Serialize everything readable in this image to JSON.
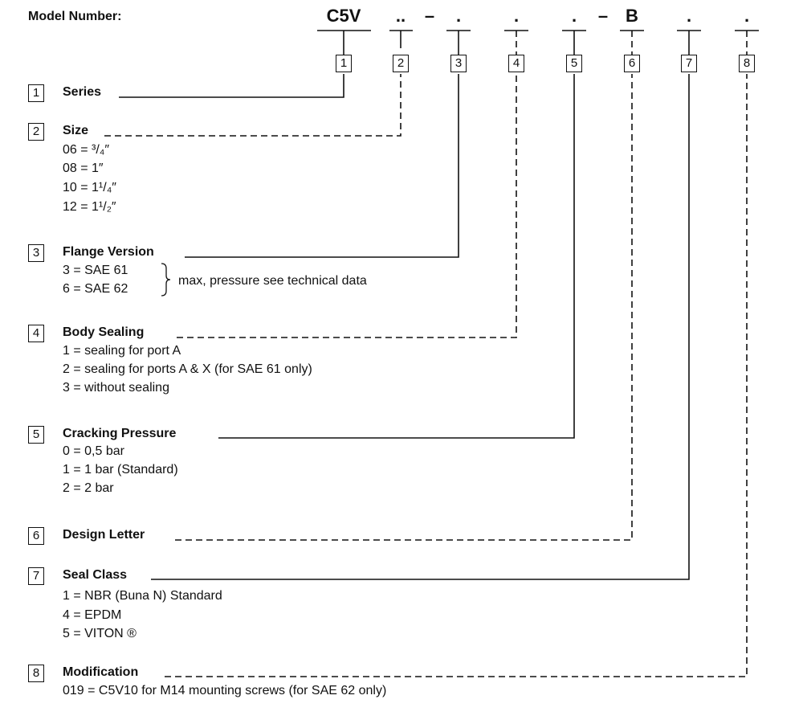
{
  "model_number_label": "Model Number:",
  "code": [
    "C5V",
    "..",
    "–",
    ".",
    ".",
    ".",
    "–",
    "B",
    ".",
    "."
  ],
  "boxes": [
    "1",
    "2",
    "3",
    "4",
    "5",
    "6",
    "7",
    "8"
  ],
  "sections": [
    {
      "num": "1",
      "title": "Series",
      "items": []
    },
    {
      "num": "2",
      "title": "Size",
      "items": [
        "06 = ³/₄″",
        "08 = 1″",
        "10 = 1¹/₄″",
        "12 = 1¹/₂″"
      ]
    },
    {
      "num": "3",
      "title": "Flange Version",
      "items": [
        "3 = SAE 61",
        "6 = SAE 62"
      ],
      "note": "max, pressure see technical data"
    },
    {
      "num": "4",
      "title": "Body Sealing",
      "items": [
        "1 = sealing for port A",
        "2 = sealing for ports A & X (for SAE 61 only)",
        "3 = without sealing"
      ]
    },
    {
      "num": "5",
      "title": "Cracking Pressure",
      "items": [
        "0 = 0,5 bar",
        "1 = 1 bar (Standard)",
        "2 = 2 bar"
      ]
    },
    {
      "num": "6",
      "title": "Design Letter",
      "items": []
    },
    {
      "num": "7",
      "title": "Seal Class",
      "items": [
        "1 = NBR (Buna N) Standard",
        "4 = EPDM",
        "5 = VITON ®"
      ]
    },
    {
      "num": "8",
      "title": "Modification",
      "items": [
        "019 = C5V10 for M14 mounting screws (for SAE 62 only)"
      ]
    }
  ]
}
